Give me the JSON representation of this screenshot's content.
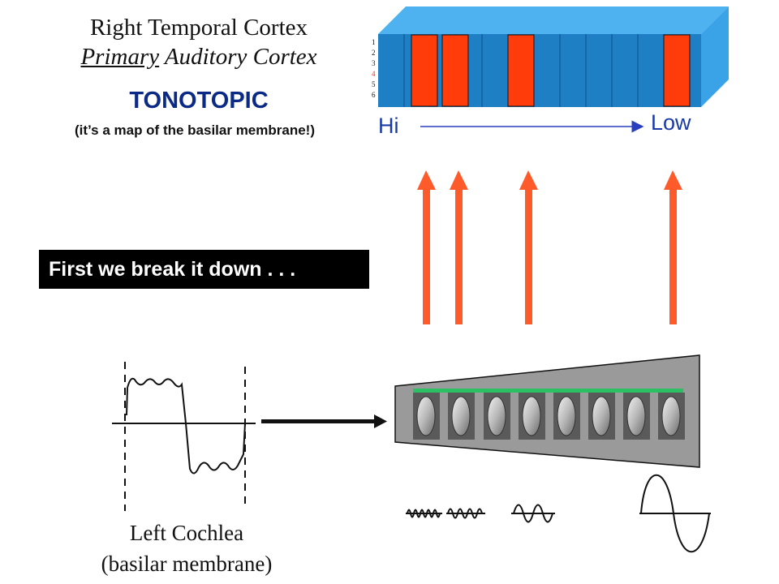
{
  "title": {
    "line1": "Right Temporal Cortex",
    "line2_underlined": "Primary",
    "line2_rest": " Auditory Cortex"
  },
  "tonotopic": {
    "heading": "TONOTOPIC",
    "subtitle": "(it’s a map of the basilar membrane!)"
  },
  "cortex": {
    "layers": [
      "1",
      "2",
      "3",
      "4",
      "5",
      "6"
    ],
    "highlight_layer": "4",
    "hi_label": "Hi",
    "low_label": "Low"
  },
  "callout": "First we break it down . . .",
  "cochlea": {
    "label_line1": "Left Cochlea",
    "label_line2": "(basilar membrane)"
  },
  "colors": {
    "cortex_blue": "#1f7fc4",
    "cortex_top": "#4fb2f0",
    "cortex_side": "#3aa2e6",
    "active_column": "#ff3c0a",
    "arrow": "#ff5a2a",
    "hair_cell_bar": "#2dbf63",
    "heading_blue": "#0a2a86",
    "hi_low_blue": "#1a3aa6"
  },
  "icons": {
    "square_wave": "square-wave-icon",
    "hair_cell": "hair-cell-icon"
  }
}
